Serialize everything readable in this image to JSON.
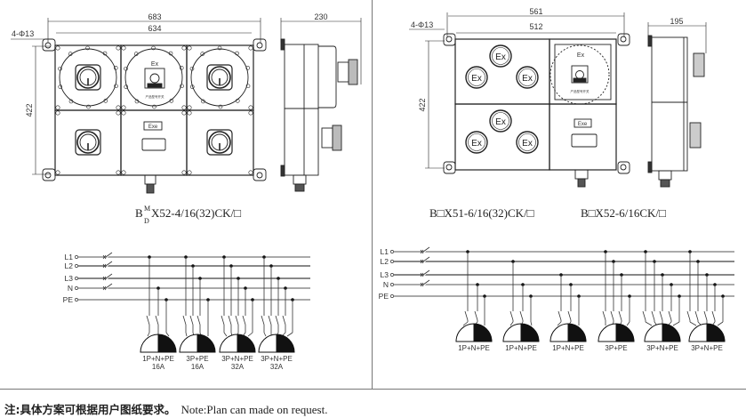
{
  "left_panel": {
    "dimensions": {
      "overall_width": "683",
      "mount_width": "634",
      "height": "422",
      "depth": "230",
      "holes": "4-Φ13"
    },
    "front_labels": {
      "switch_ex": "Ex",
      "switch_caption": "产品型号开关",
      "exe_plate": "Exe"
    },
    "model": {
      "prefix": "B",
      "sup": "M",
      "sub": "D",
      "suffix": "X52-4/16(32)CK/□"
    },
    "wiring": {
      "bus_labels": [
        "L1",
        "L2",
        "L3",
        "N",
        "PE"
      ],
      "sockets": [
        {
          "type": "1P+N+PE",
          "rating": "16A"
        },
        {
          "type": "3P+PE",
          "rating": "16A"
        },
        {
          "type": "3P+N+PE",
          "rating": "32A"
        },
        {
          "type": "3P+N+PE",
          "rating": "32A"
        }
      ]
    }
  },
  "right_panel": {
    "dimensions": {
      "overall_width": "561",
      "mount_width": "512",
      "height": "422",
      "depth": "195",
      "holes": "4-Φ13"
    },
    "front_labels": {
      "socket_ex": "Ex",
      "switch_ex": "Ex",
      "switch_caption": "产品型号开关",
      "exe_plate": "Exe"
    },
    "models": [
      "B□X51-6/16(32)CK/□",
      "B□X52-6/16CK/□"
    ],
    "wiring": {
      "bus_labels": [
        "L1",
        "L2",
        "L3",
        "N",
        "PE"
      ],
      "sockets": [
        {
          "type": "1P+N+PE"
        },
        {
          "type": "1P+N+PE"
        },
        {
          "type": "1P+N+PE"
        },
        {
          "type": "3P+PE"
        },
        {
          "type": "3P+N+PE"
        },
        {
          "type": "3P+N+PE"
        }
      ]
    }
  },
  "footnote": {
    "chinese": "注:具体方案可根据用户图纸要求。",
    "english": "Note:Plan can made on request."
  }
}
